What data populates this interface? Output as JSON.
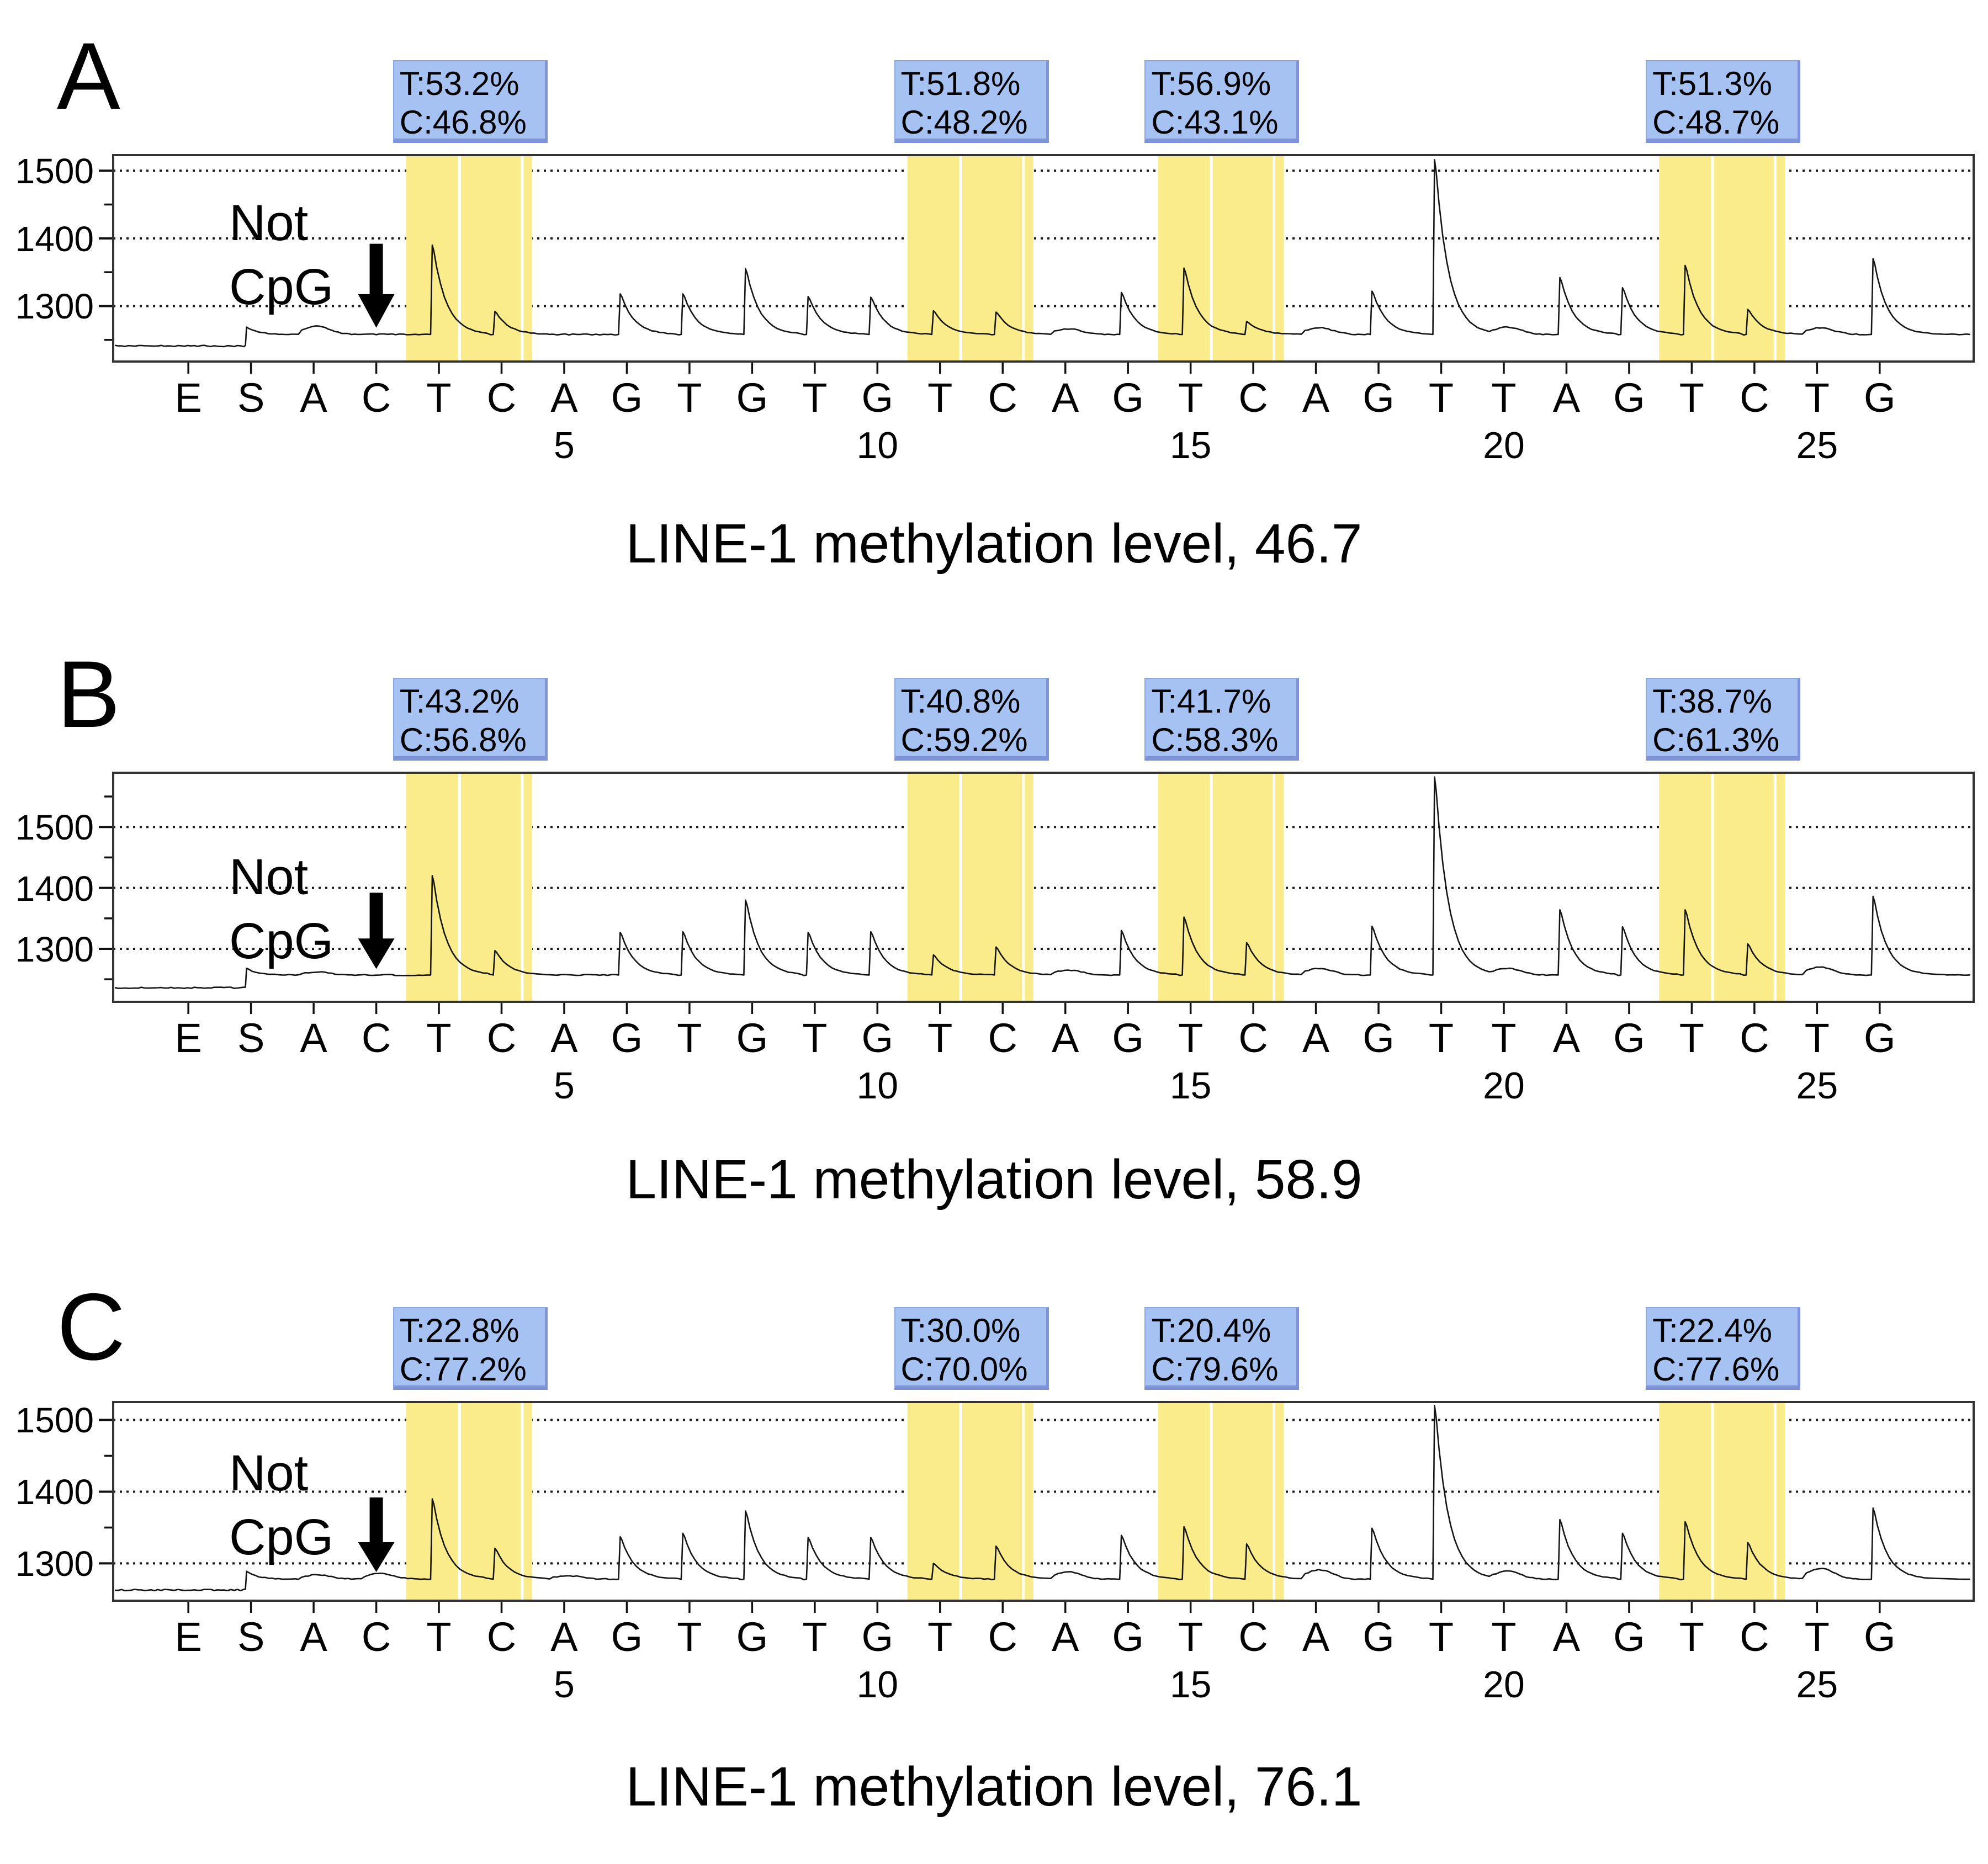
{
  "colors": {
    "highlight": "#FAEC8A",
    "box_fill": "#A6C2F2",
    "box_border": "#8CA8E0",
    "box_shadow": "#7E94D6",
    "trace": "#141414",
    "axis": "#333333",
    "grid": "#1a1a1a",
    "text": "#000000"
  },
  "panels": [
    {
      "letter": "A",
      "caption": "LINE-1 methylation level, 46.7",
      "not_cpg": {
        "line1": "Not",
        "line2": "CpG"
      },
      "cpg_boxes": [
        {
          "t": "T:53.2%",
          "c": "C:46.8%"
        },
        {
          "t": "T:51.8%",
          "c": "C:48.2%"
        },
        {
          "t": "T:56.9%",
          "c": "C:43.1%"
        },
        {
          "t": "T:51.3%",
          "c": "C:48.7%"
        }
      ]
    },
    {
      "letter": "B",
      "caption": "LINE-1 methylation level, 58.9",
      "not_cpg": {
        "line1": "Not",
        "line2": "CpG"
      },
      "cpg_boxes": [
        {
          "t": "T:43.2%",
          "c": "C:56.8%"
        },
        {
          "t": "T:40.8%",
          "c": "C:59.2%"
        },
        {
          "t": "T:41.7%",
          "c": "C:58.3%"
        },
        {
          "t": "T:38.7%",
          "c": "C:61.3%"
        }
      ]
    },
    {
      "letter": "C",
      "caption": "LINE-1 methylation level, 76.1",
      "not_cpg": {
        "line1": "Not",
        "line2": "CpG"
      },
      "cpg_boxes": [
        {
          "t": "T:22.8%",
          "c": "C:77.2%"
        },
        {
          "t": "T:30.0%",
          "c": "C:70.0%"
        },
        {
          "t": "T:20.4%",
          "c": "C:79.6%"
        },
        {
          "t": "T:22.4%",
          "c": "C:77.6%"
        }
      ]
    }
  ],
  "chart_data": [
    {
      "type": "line",
      "title": "LINE-1 methylation level, 46.7",
      "methylation_level": 46.7,
      "x_dispensations": [
        "E",
        "S",
        "A",
        "C",
        "T",
        "C",
        "A",
        "G",
        "T",
        "G",
        "T",
        "G",
        "T",
        "C",
        "A",
        "G",
        "T",
        "C",
        "A",
        "G",
        "T",
        "T",
        "A",
        "G",
        "T",
        "C",
        "T",
        "G"
      ],
      "x_number_ticks": [
        5,
        10,
        15,
        20,
        25
      ],
      "y_ticks": [
        1300,
        1400,
        1500
      ],
      "y_minor_ticks": [
        1250,
        1350,
        1450
      ],
      "ylim": [
        1218,
        1523
      ],
      "baseline": 1258,
      "pre_run_level": 1241,
      "peak_values": [
        1270,
        1258,
        1390,
        1292,
        1262,
        1318,
        1318,
        1355,
        1314,
        1313,
        1293,
        1291,
        1266,
        1320,
        1356,
        1277,
        1268,
        1322,
        1516,
        1269,
        1342,
        1327,
        1360,
        1295,
        1268,
        1370
      ],
      "cpg_sites": [
        {
          "t_dispensation": 3,
          "c_dispensation": 4,
          "T_pct": 53.2,
          "C_pct": 46.8
        },
        {
          "t_dispensation": 11,
          "c_dispensation": 12,
          "T_pct": 51.8,
          "C_pct": 48.2
        },
        {
          "t_dispensation": 15,
          "c_dispensation": 16,
          "T_pct": 56.9,
          "C_pct": 43.1
        },
        {
          "t_dispensation": 23,
          "c_dispensation": 24,
          "T_pct": 51.3,
          "C_pct": 48.7
        }
      ],
      "not_cpg_arrow_dispensation": 2,
      "grid": "dotted-horizontal",
      "legend": "none"
    },
    {
      "type": "line",
      "title": "LINE-1 methylation level, 58.9",
      "methylation_level": 58.9,
      "x_dispensations": [
        "E",
        "S",
        "A",
        "C",
        "T",
        "C",
        "A",
        "G",
        "T",
        "G",
        "T",
        "G",
        "T",
        "C",
        "A",
        "G",
        "T",
        "C",
        "A",
        "G",
        "T",
        "T",
        "A",
        "G",
        "T",
        "C",
        "T",
        "G"
      ],
      "x_number_ticks": [
        5,
        10,
        15,
        20,
        25
      ],
      "y_ticks": [
        1300,
        1400,
        1500
      ],
      "y_minor_ticks": [
        1250,
        1350,
        1450,
        1550
      ],
      "ylim": [
        1213,
        1589
      ],
      "baseline": 1257,
      "pre_run_level": 1236,
      "peak_values": [
        1262,
        1257,
        1420,
        1297,
        1259,
        1327,
        1328,
        1380,
        1327,
        1328,
        1290,
        1303,
        1265,
        1330,
        1352,
        1310,
        1268,
        1337,
        1582,
        1268,
        1364,
        1336,
        1364,
        1308,
        1270,
        1386
      ],
      "cpg_sites": [
        {
          "t_dispensation": 3,
          "c_dispensation": 4,
          "T_pct": 43.2,
          "C_pct": 56.8
        },
        {
          "t_dispensation": 11,
          "c_dispensation": 12,
          "T_pct": 40.8,
          "C_pct": 59.2
        },
        {
          "t_dispensation": 15,
          "c_dispensation": 16,
          "T_pct": 41.7,
          "C_pct": 58.3
        },
        {
          "t_dispensation": 23,
          "c_dispensation": 24,
          "T_pct": 38.7,
          "C_pct": 61.3
        }
      ],
      "not_cpg_arrow_dispensation": 2,
      "grid": "dotted-horizontal",
      "legend": "none"
    },
    {
      "type": "line",
      "title": "LINE-1 methylation level, 76.1",
      "methylation_level": 76.1,
      "x_dispensations": [
        "E",
        "S",
        "A",
        "C",
        "T",
        "C",
        "A",
        "G",
        "T",
        "G",
        "T",
        "G",
        "T",
        "C",
        "A",
        "G",
        "T",
        "C",
        "A",
        "G",
        "T",
        "T",
        "A",
        "G",
        "T",
        "C",
        "T",
        "G"
      ],
      "x_number_ticks": [
        5,
        10,
        15,
        20,
        25
      ],
      "y_ticks": [
        1300,
        1400,
        1500
      ],
      "y_minor_ticks": [
        1350,
        1450
      ],
      "ylim": [
        1248,
        1525
      ],
      "baseline": 1278,
      "pre_run_level": 1263,
      "peak_values": [
        1284,
        1286,
        1390,
        1321,
        1283,
        1337,
        1342,
        1373,
        1336,
        1336,
        1300,
        1324,
        1288,
        1339,
        1351,
        1327,
        1291,
        1349,
        1520,
        1289,
        1361,
        1342,
        1358,
        1329,
        1293,
        1377
      ],
      "cpg_sites": [
        {
          "t_dispensation": 3,
          "c_dispensation": 4,
          "T_pct": 22.8,
          "C_pct": 77.2
        },
        {
          "t_dispensation": 11,
          "c_dispensation": 12,
          "T_pct": 30.0,
          "C_pct": 70.0
        },
        {
          "t_dispensation": 15,
          "c_dispensation": 16,
          "T_pct": 20.4,
          "C_pct": 79.6
        },
        {
          "t_dispensation": 23,
          "c_dispensation": 24,
          "T_pct": 22.4,
          "C_pct": 77.6
        }
      ],
      "not_cpg_arrow_dispensation": 2,
      "grid": "dotted-horizontal",
      "legend": "none"
    }
  ]
}
